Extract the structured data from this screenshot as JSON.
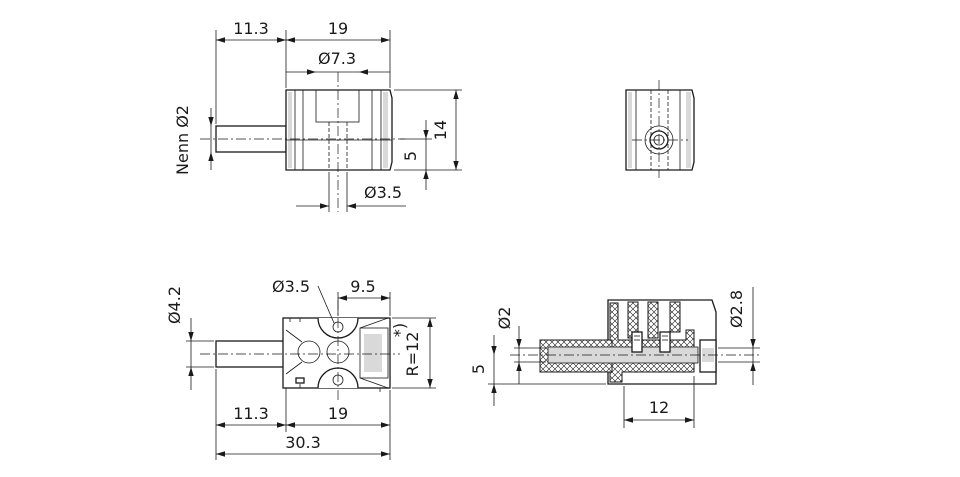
{
  "labels": {
    "top_len_shaft": "11.3",
    "top_len_body": "19",
    "top_dia_cross": "Ø7.3",
    "top_nenn": "Nenn Ø2",
    "top_h14": "14",
    "top_h5": "5",
    "top_dia_bottom": "Ø3.5",
    "bot_dia35": "Ø3.5",
    "bot_95": "9.5",
    "bot_dia42": "Ø4.2",
    "bot_radius": "R=12",
    "bot_radius_note": "*)",
    "bot_len_shaft": "11.3",
    "bot_len_body": "19",
    "bot_total": "30.3",
    "sec_dia2": "Ø2",
    "sec_h5": "5",
    "sec_dia28": "Ø2.8",
    "sec_len12": "12"
  },
  "colors": {
    "line": "#1a1a1a",
    "shade": "#d9d9d9"
  }
}
